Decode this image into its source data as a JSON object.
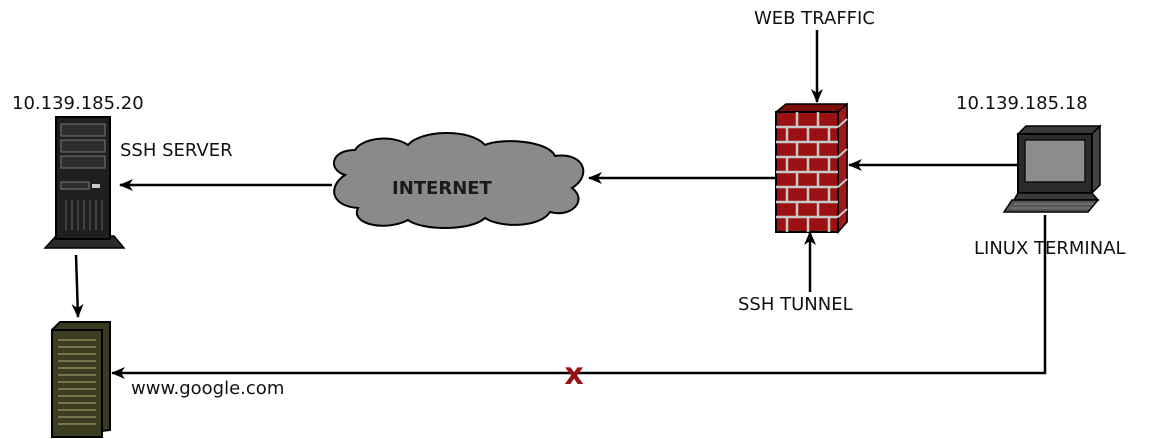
{
  "labels": {
    "server_ip": "10.139.185.20",
    "server_name": "SSH SERVER",
    "internet": "INTERNET",
    "web_traffic": "WEB TRAFFIC",
    "ssh_tunnel": "SSH TUNNEL",
    "terminal_ip": "10.139.185.18",
    "terminal_name": "LINUX TERMINAL",
    "destination": "www.google.com",
    "blocked_marker": "x"
  },
  "colors": {
    "firewall_brick": "#9b1010",
    "firewall_mortar": "#c8c8c8",
    "cloud_fill": "#8a8a8a",
    "server_body": "#1f1f1f",
    "dest_server_body": "#3a3a1e",
    "blocked_marker": "#9b1010"
  },
  "icons": {
    "server": "server-tower-icon",
    "destination": "server-rack-icon",
    "firewall": "firewall-brick-wall-icon",
    "internet": "cloud-icon",
    "terminal": "laptop-icon"
  }
}
